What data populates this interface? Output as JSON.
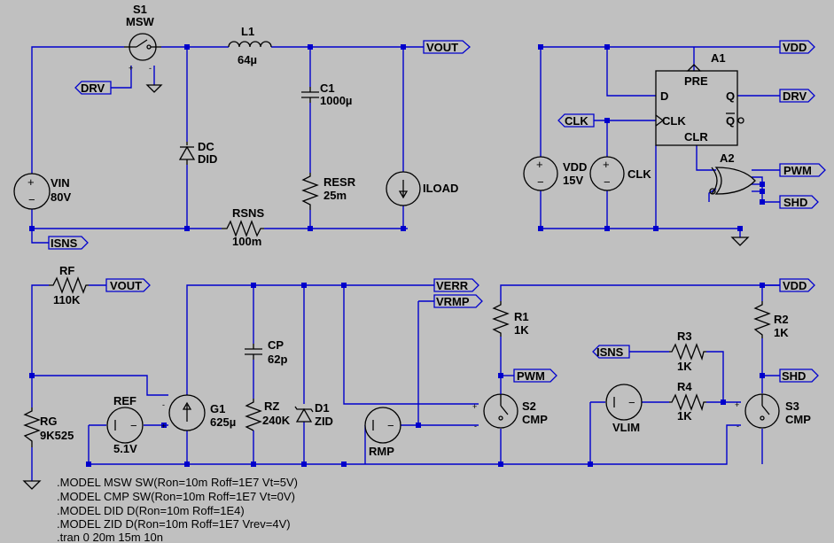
{
  "components": {
    "s1": {
      "name": "S1",
      "value": "MSW"
    },
    "l1": {
      "name": "L1",
      "value": "64µ"
    },
    "c1": {
      "name": "C1",
      "value": "1000µ"
    },
    "dc": {
      "name": "DC",
      "value": "DID"
    },
    "resr": {
      "name": "RESR",
      "value": "25m"
    },
    "iload": {
      "name": "ILOAD"
    },
    "vin": {
      "name": "VIN",
      "value": "80V"
    },
    "rsns": {
      "name": "RSNS",
      "value": "100m"
    },
    "a1": {
      "name": "A1",
      "pins": {
        "pre": "PRE",
        "d": "D",
        "q": "Q",
        "qbar": "Q",
        "clk": "CLK",
        "clr": "CLR"
      }
    },
    "a2": {
      "name": "A2"
    },
    "vdd": {
      "name": "VDD",
      "value": "15V"
    },
    "clk": {
      "name": "CLK"
    },
    "rf": {
      "name": "RF",
      "value": "110K"
    },
    "rg": {
      "name": "RG",
      "value": "9K525"
    },
    "ref": {
      "name": "REF",
      "value": "5.1V"
    },
    "g1": {
      "name": "G1",
      "value": "625µ"
    },
    "cp": {
      "name": "CP",
      "value": "62p"
    },
    "rz": {
      "name": "RZ",
      "value": "240K"
    },
    "d1": {
      "name": "D1",
      "value": "ZID"
    },
    "rmp": {
      "name": "RMP"
    },
    "r1": {
      "name": "R1",
      "value": "1K"
    },
    "s2": {
      "name": "S2",
      "value": "CMP"
    },
    "r2": {
      "name": "R2",
      "value": "1K"
    },
    "r3": {
      "name": "R3",
      "value": "1K"
    },
    "r4": {
      "name": "R4",
      "value": "1K"
    },
    "vlim": {
      "name": "VLIM"
    },
    "s3": {
      "name": "S3",
      "value": "CMP"
    }
  },
  "nets": {
    "vout": "VOUT",
    "vdd": "VDD",
    "drv": "DRV",
    "clk": "CLK",
    "pwm": "PWM",
    "shd": "SHD",
    "isns": "ISNS",
    "verr": "VERR",
    "vrmp": "VRMP"
  },
  "directives": [
    ".MODEL MSW SW(Ron=10m Roff=1E7 Vt=5V)",
    ".MODEL CMP SW(Ron=10m Roff=1E7 Vt=0V)",
    ".MODEL DID D(Ron=10m Roff=1E4)",
    ".MODEL ZID D(Ron=10m Roff=1E7 Vrev=4V)",
    ".tran 0 20m 15m 10n"
  ],
  "colors": {
    "background": "#c0c0c0",
    "wire": "#0000cc",
    "component": "#000000"
  }
}
